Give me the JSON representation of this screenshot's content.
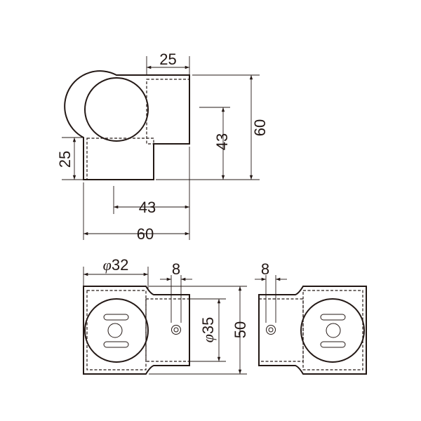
{
  "colors": {
    "ink": "#231815",
    "paper": "#ffffff"
  },
  "top_view": {
    "dim_top_width": "25",
    "dim_right_height": "60",
    "dim_inner_height": "43",
    "dim_left_height": "25",
    "dim_bottom_inner": "43",
    "dim_bottom_overall": "60"
  },
  "front_view": {
    "dim_diameter_32_symbol": "φ",
    "dim_diameter_32_value": "32",
    "dim_offset_8_left": "8",
    "dim_diameter_35_symbol": "φ",
    "dim_diameter_35_value": "35",
    "dim_height_50": "50",
    "dim_offset_8_right": "8"
  }
}
